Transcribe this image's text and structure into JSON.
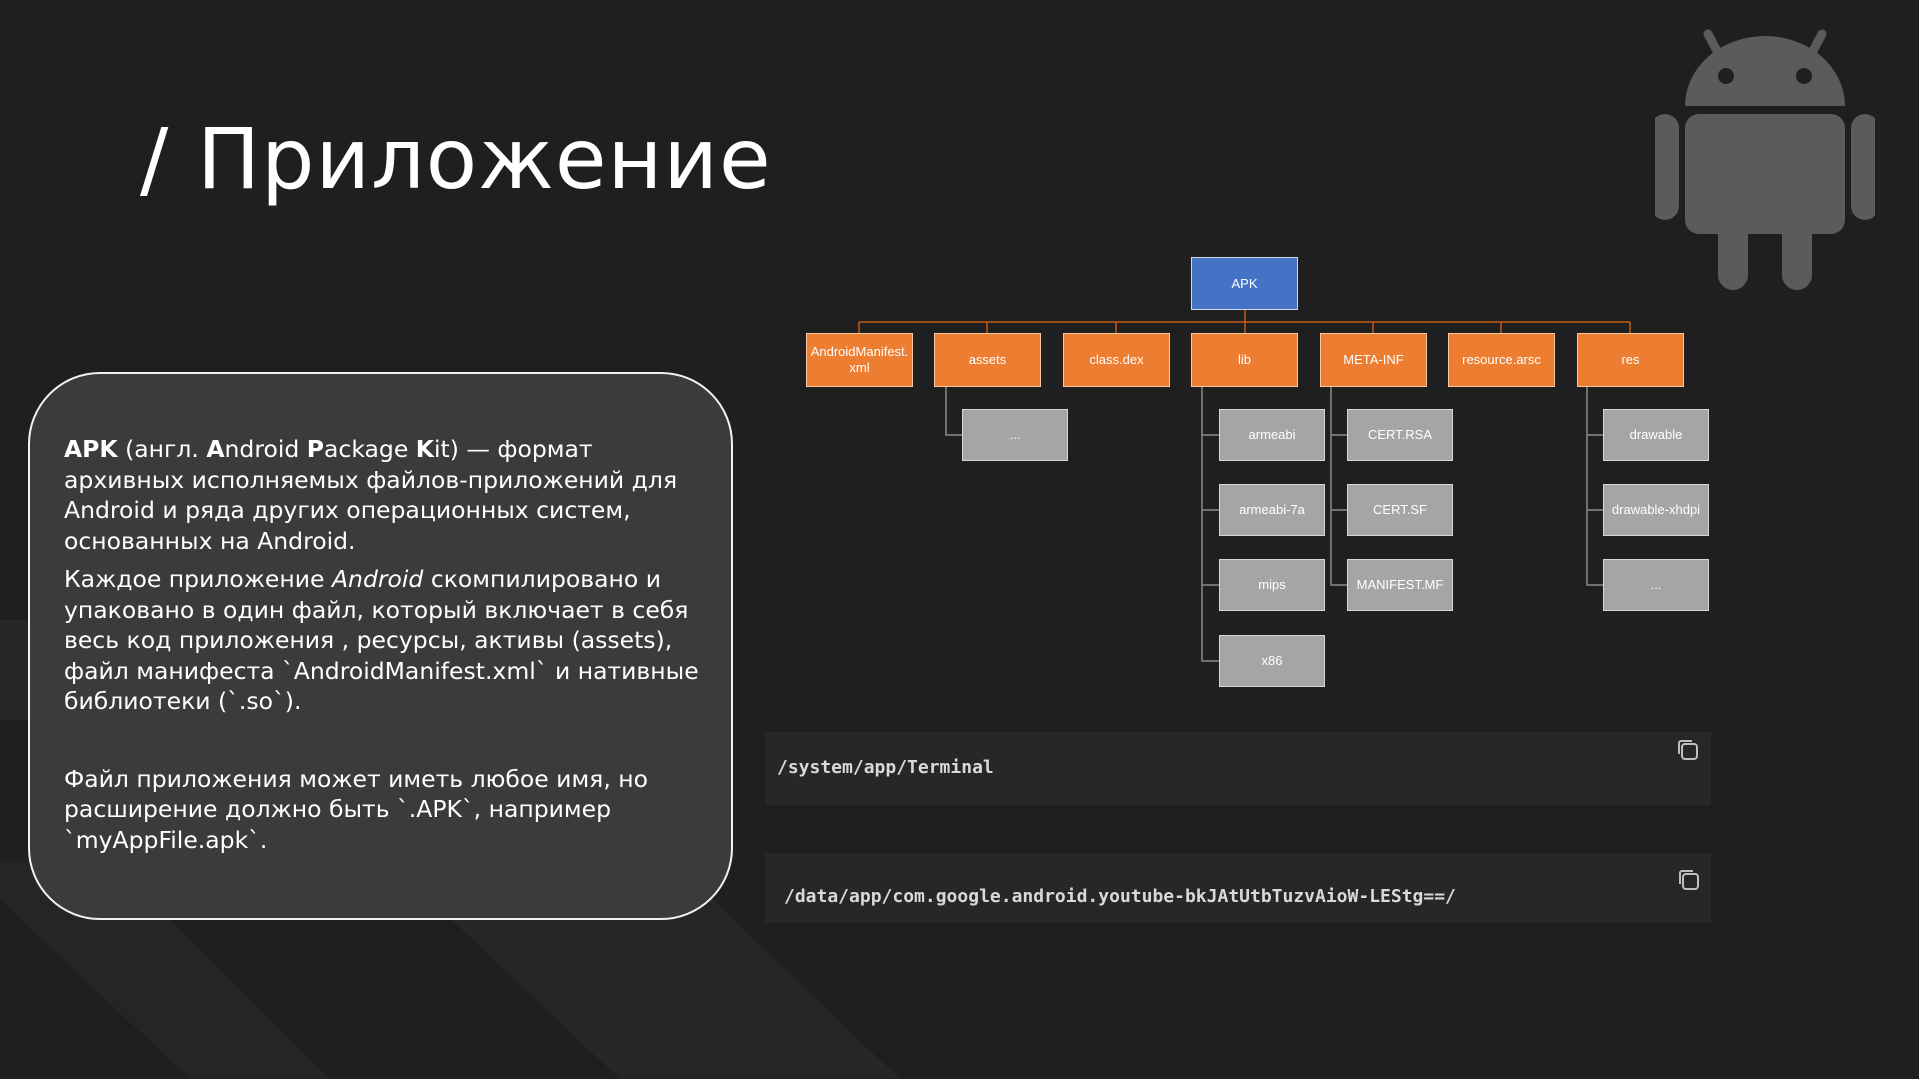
{
  "slide": {
    "title": "/ Приложение",
    "logo_icon": "android-robot-icon",
    "background": "#1f1f1f"
  },
  "info_card": {
    "p1": {
      "b1": "APK",
      "t1": " (англ. ",
      "b2": "A",
      "t2": "ndroid ",
      "b3": "P",
      "t3": "ackage ",
      "b4": "K",
      "t4": "it) — формат архивных исполняемых файлов-приложений для Android и ряда других операционных систем, основанных на Android."
    },
    "p2": {
      "t1": "Каждое приложение ",
      "i1": "Android",
      "t2": " скомпилировано и упаковано в один файл, который включает в себя весь код приложения , ресурсы, активы (assets), файл манифеста `AndroidManifest.xml` и нативные библиотеки (`.so`)."
    },
    "p3": "Файл приложения может иметь любое имя, но расширение должно быть `.APK`, например `myAppFile.apk`."
  },
  "diagram": {
    "colors": {
      "root": "#4472c4",
      "level1": "#ed7d31",
      "level2": "#a5a5a5",
      "connector": "#c55a11",
      "connector_gray": "#8c8c8c"
    },
    "root": "APK",
    "level1": [
      "AndroidManifest.\nxml",
      "assets",
      "class.dex",
      "lib",
      "META-INF",
      "resource.arsc",
      "res"
    ],
    "assets_children": [
      "..."
    ],
    "lib_children": [
      "armeabi",
      "armeabi-7a",
      "mips",
      "x86"
    ],
    "meta_inf_children": [
      "CERT.RSA",
      "CERT.SF",
      "MANIFEST.MF"
    ],
    "res_children": [
      "drawable",
      "drawable-xhdpi",
      "..."
    ]
  },
  "code_blocks": [
    {
      "text": "/system/app/Terminal",
      "icon": "copy-icon"
    },
    {
      "text": "/data/app/com.google.android.youtube-bkJAtUtbTuzvAioW-LEStg==/",
      "icon": "copy-icon"
    }
  ]
}
